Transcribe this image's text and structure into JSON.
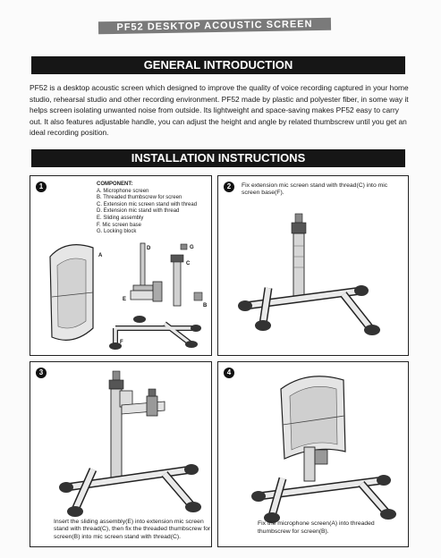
{
  "document": {
    "title": "PF52 DESKTOP ACOUSTIC SCREEN",
    "general_heading": "GENERAL INTRODUCTION",
    "intro_text": "PF52 is a desktop acoustic screen which designed to improve the quality of voice recording captured in your home studio, rehearsal studio and other recording environment. PF52 made by plastic and polyester fiber, in some way it helps screen isolating unwanted noise from outside. Its lightweight and space-saving makes PF52 easy to carry out. It also features adjustable handle, you can adjust the height and angle by related thumbscrew until you get an ideal recording position.",
    "installation_heading": "INSTALLATION INSTRUCTIONS"
  },
  "components": {
    "heading": "COMPONENT:",
    "items": [
      "A. Microphone screen",
      "B. Threaded thumbscrew for screen",
      "C. Extension mic screen stand with thread",
      "D. Extension mic stand with thread",
      "E. Sliding assembly",
      "F. Mic screen base",
      "G. Locking block"
    ],
    "labels": [
      "A",
      "B",
      "C",
      "D",
      "E",
      "F",
      "G"
    ]
  },
  "steps": [
    {
      "number": "1",
      "text": ""
    },
    {
      "number": "2",
      "text": "Fix extension mic screen stand with thread(C) into mic screen base(F)."
    },
    {
      "number": "3",
      "text": "Insert the sliding assembly(E) into extension mic screen stand with thread(C), then fix the threaded thumbscrew for screen(B) into mic screen stand with thread(C)."
    },
    {
      "number": "4",
      "text": "Fix the microphone screen(A) into threaded thumbscrew for screen(B)."
    }
  ]
}
